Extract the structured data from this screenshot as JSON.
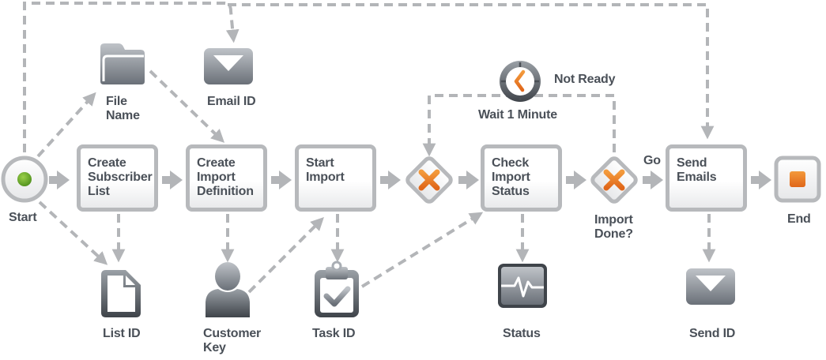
{
  "diagram": {
    "type": "process-flow",
    "start": {
      "label": "Start"
    },
    "end": {
      "label": "End"
    },
    "tasks": [
      {
        "id": "create-subscriber-list",
        "label": "Create\nSubscriber\nList"
      },
      {
        "id": "create-import-definition",
        "label": "Create\nImport\nDefinition"
      },
      {
        "id": "start-import",
        "label": "Start\nImport"
      },
      {
        "id": "check-import-status",
        "label": "Check\nImport\nStatus"
      },
      {
        "id": "send-emails",
        "label": "Send\nEmails"
      }
    ],
    "gateways": [
      {
        "id": "merge-gateway",
        "label": ""
      },
      {
        "id": "import-done-gateway",
        "label": "Import\nDone?"
      }
    ],
    "timer": {
      "label": "Wait 1 Minute"
    },
    "edge_labels": {
      "not_ready": "Not Ready",
      "go": "Go"
    },
    "artifacts": {
      "file_name": {
        "label": "File\nName",
        "icon": "folder-icon"
      },
      "email_id": {
        "label": "Email ID",
        "icon": "envelope-icon"
      },
      "list_id": {
        "label": "List ID",
        "icon": "document-icon"
      },
      "customer_key": {
        "label": "Customer\nKey",
        "icon": "user-icon"
      },
      "task_id": {
        "label": "Task ID",
        "icon": "clipboard-check-icon"
      },
      "status": {
        "label": "Status",
        "icon": "monitor-pulse-icon"
      },
      "send_id": {
        "label": "Send ID",
        "icon": "envelope-icon"
      }
    },
    "colors": {
      "connector": "#b3b5b8",
      "accent_orange": "#ee7d22",
      "start_green": "#6aaa2a",
      "text": "#4a5058",
      "icon_dark": "#5f656c",
      "icon_light": "#a9aeb4"
    }
  }
}
